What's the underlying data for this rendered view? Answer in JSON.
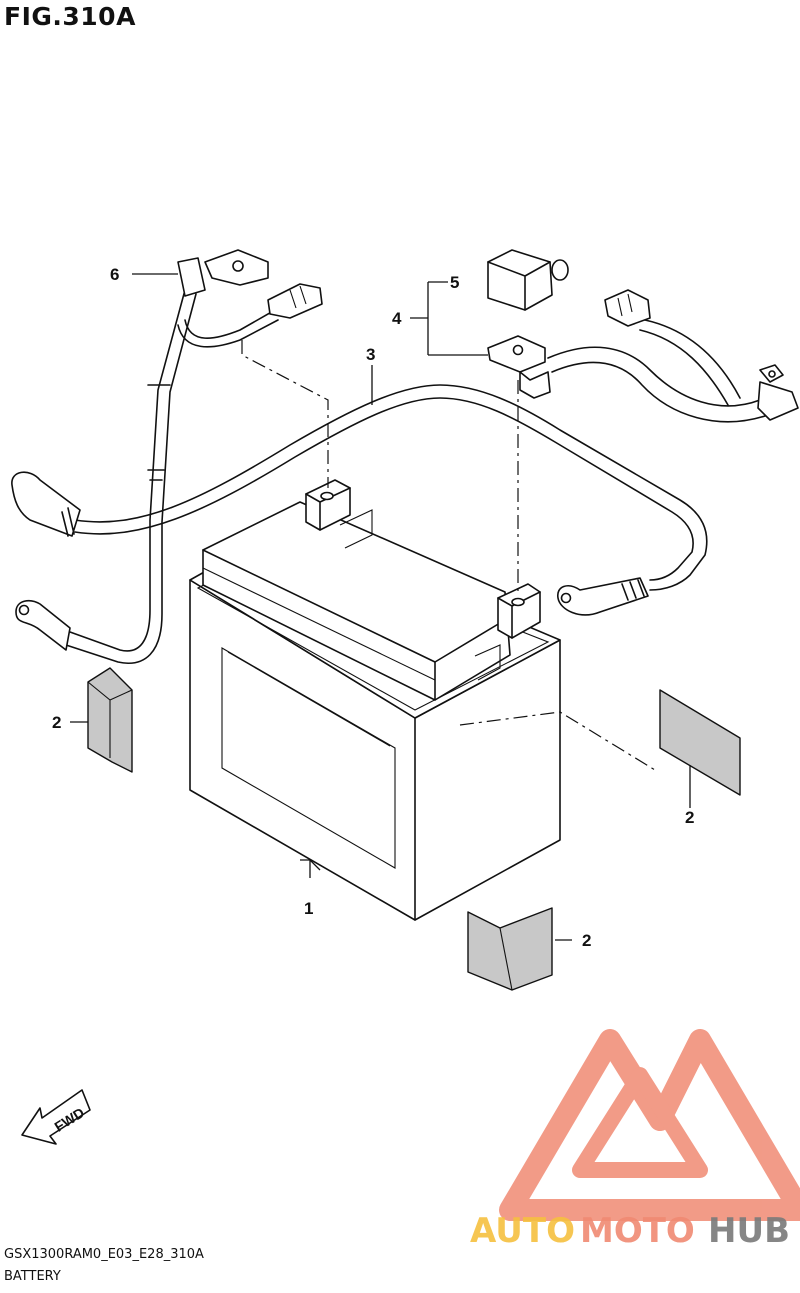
{
  "figure": {
    "title": "FIG.310A"
  },
  "callouts": [
    {
      "num": "1"
    },
    {
      "num": "2"
    },
    {
      "num": "2"
    },
    {
      "num": "2"
    },
    {
      "num": "3"
    },
    {
      "num": "4"
    },
    {
      "num": "5"
    },
    {
      "num": "6"
    }
  ],
  "direction_badge": {
    "label": "FWD"
  },
  "footer": {
    "code": "GSX1300RAM0_E03_E28_310A",
    "name": "BATTERY"
  },
  "watermark": {
    "word1": "AUTO",
    "word2": "MOTO",
    "word3": "HUB",
    "color_primary": "#f08a73",
    "color_secondary": "#f6c040",
    "color_dark": "#7a7a7a"
  }
}
